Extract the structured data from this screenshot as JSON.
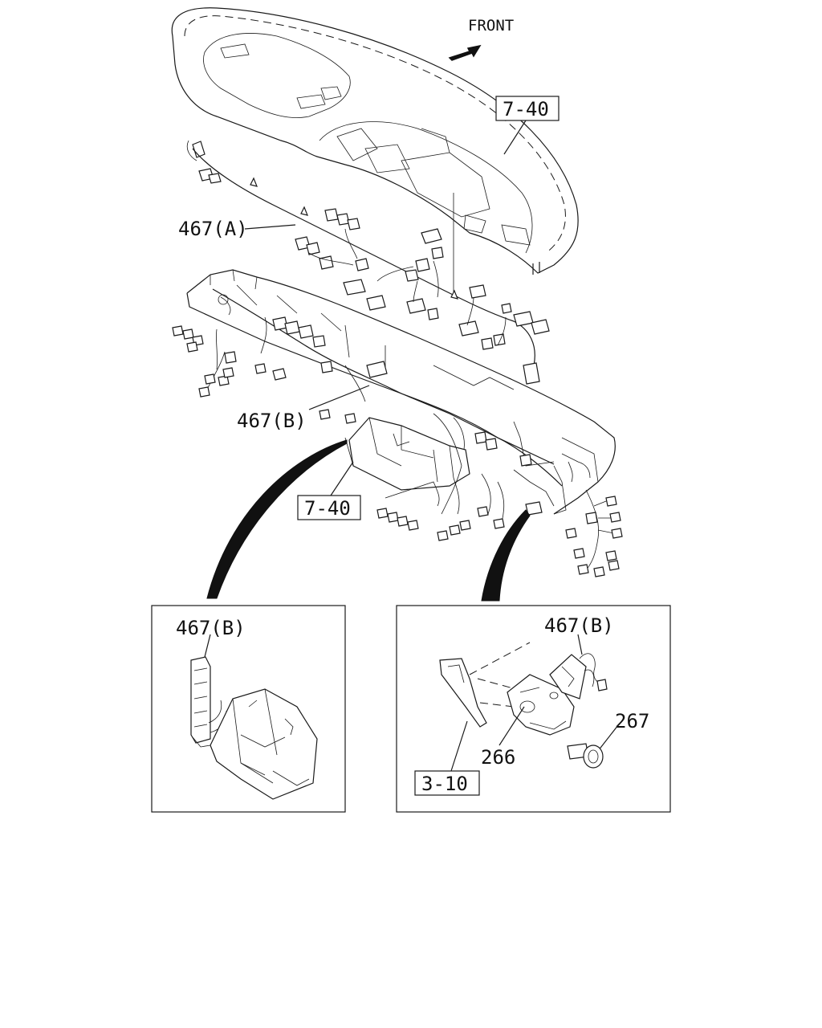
{
  "orientation": {
    "label": "FRONT",
    "icon": "arrow-front-icon"
  },
  "main_view": {
    "references": [
      {
        "text": "7-40",
        "boxed": true
      },
      {
        "text": "7-40",
        "boxed": true
      }
    ],
    "callouts": [
      "467(A)",
      "467(B)"
    ]
  },
  "detail_left": {
    "callouts": [
      "467(B)"
    ]
  },
  "detail_right": {
    "callouts": [
      "467(B)",
      "267",
      "266"
    ],
    "references": [
      {
        "text": "3-10",
        "boxed": true
      }
    ]
  }
}
